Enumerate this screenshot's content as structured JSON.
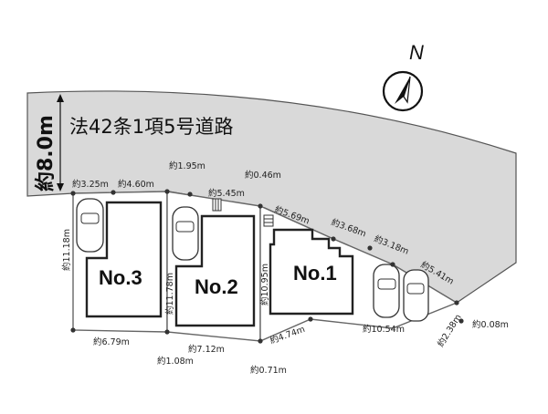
{
  "north_label": "N",
  "road": {
    "name": "法42条1項5号道路",
    "width": "約8.0m"
  },
  "lots": [
    "No.3",
    "No.2",
    "No.1"
  ],
  "measurements": {
    "top_a": "約3.25m",
    "top_b": "約4.60m",
    "top_c": "約1.95m",
    "top_d": "約0.46m",
    "top_e": "約5.45m",
    "top_f": "約5.69m",
    "top_g": "約3.68m",
    "top_h": "約3.18m",
    "top_i": "約5.41m",
    "left_side": "約11.18m",
    "mid_side_a": "約11.78m",
    "mid_side_b": "約10.95m",
    "bottom_a": "約6.79m",
    "bottom_b": "約1.08m",
    "bottom_c": "約7.12m",
    "bottom_d": "約0.71m",
    "bottom_e": "約4.74m",
    "bottom_f": "約10.54m",
    "right_a": "約2.38m",
    "right_b": "約0.08m"
  }
}
